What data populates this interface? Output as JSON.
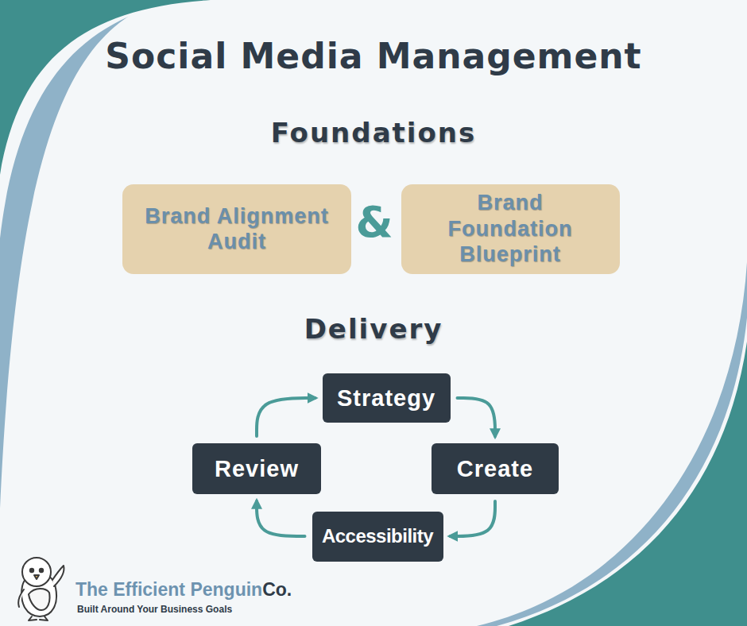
{
  "diagram": {
    "title": "Social Media Management",
    "nodes": [
      {
        "text": [
          "Brand Alignment Audit"
        ]
      },
      {
        "text": [
          "Brand Foundation Blueprint"
        ]
      },
      {
        "text": [
          "Strategy"
        ]
      },
      {
        "text": [
          "Review"
        ]
      },
      {
        "text": [
          "Create"
        ]
      },
      {
        "text": [
          "Accessibility"
        ]
      }
    ],
    "edges": [
      {
        "from": 2,
        "to": 4,
        "arrow": "to"
      },
      {
        "from": 4,
        "to": 5,
        "arrow": "to"
      },
      {
        "from": 5,
        "to": 3,
        "arrow": "to"
      },
      {
        "from": 3,
        "to": 2,
        "arrow": "to"
      }
    ],
    "labels": [
      "Foundations",
      "&",
      "Delivery",
      "The Efficient Penguin",
      "Co.",
      "Built Around Your Business Goals"
    ]
  }
}
